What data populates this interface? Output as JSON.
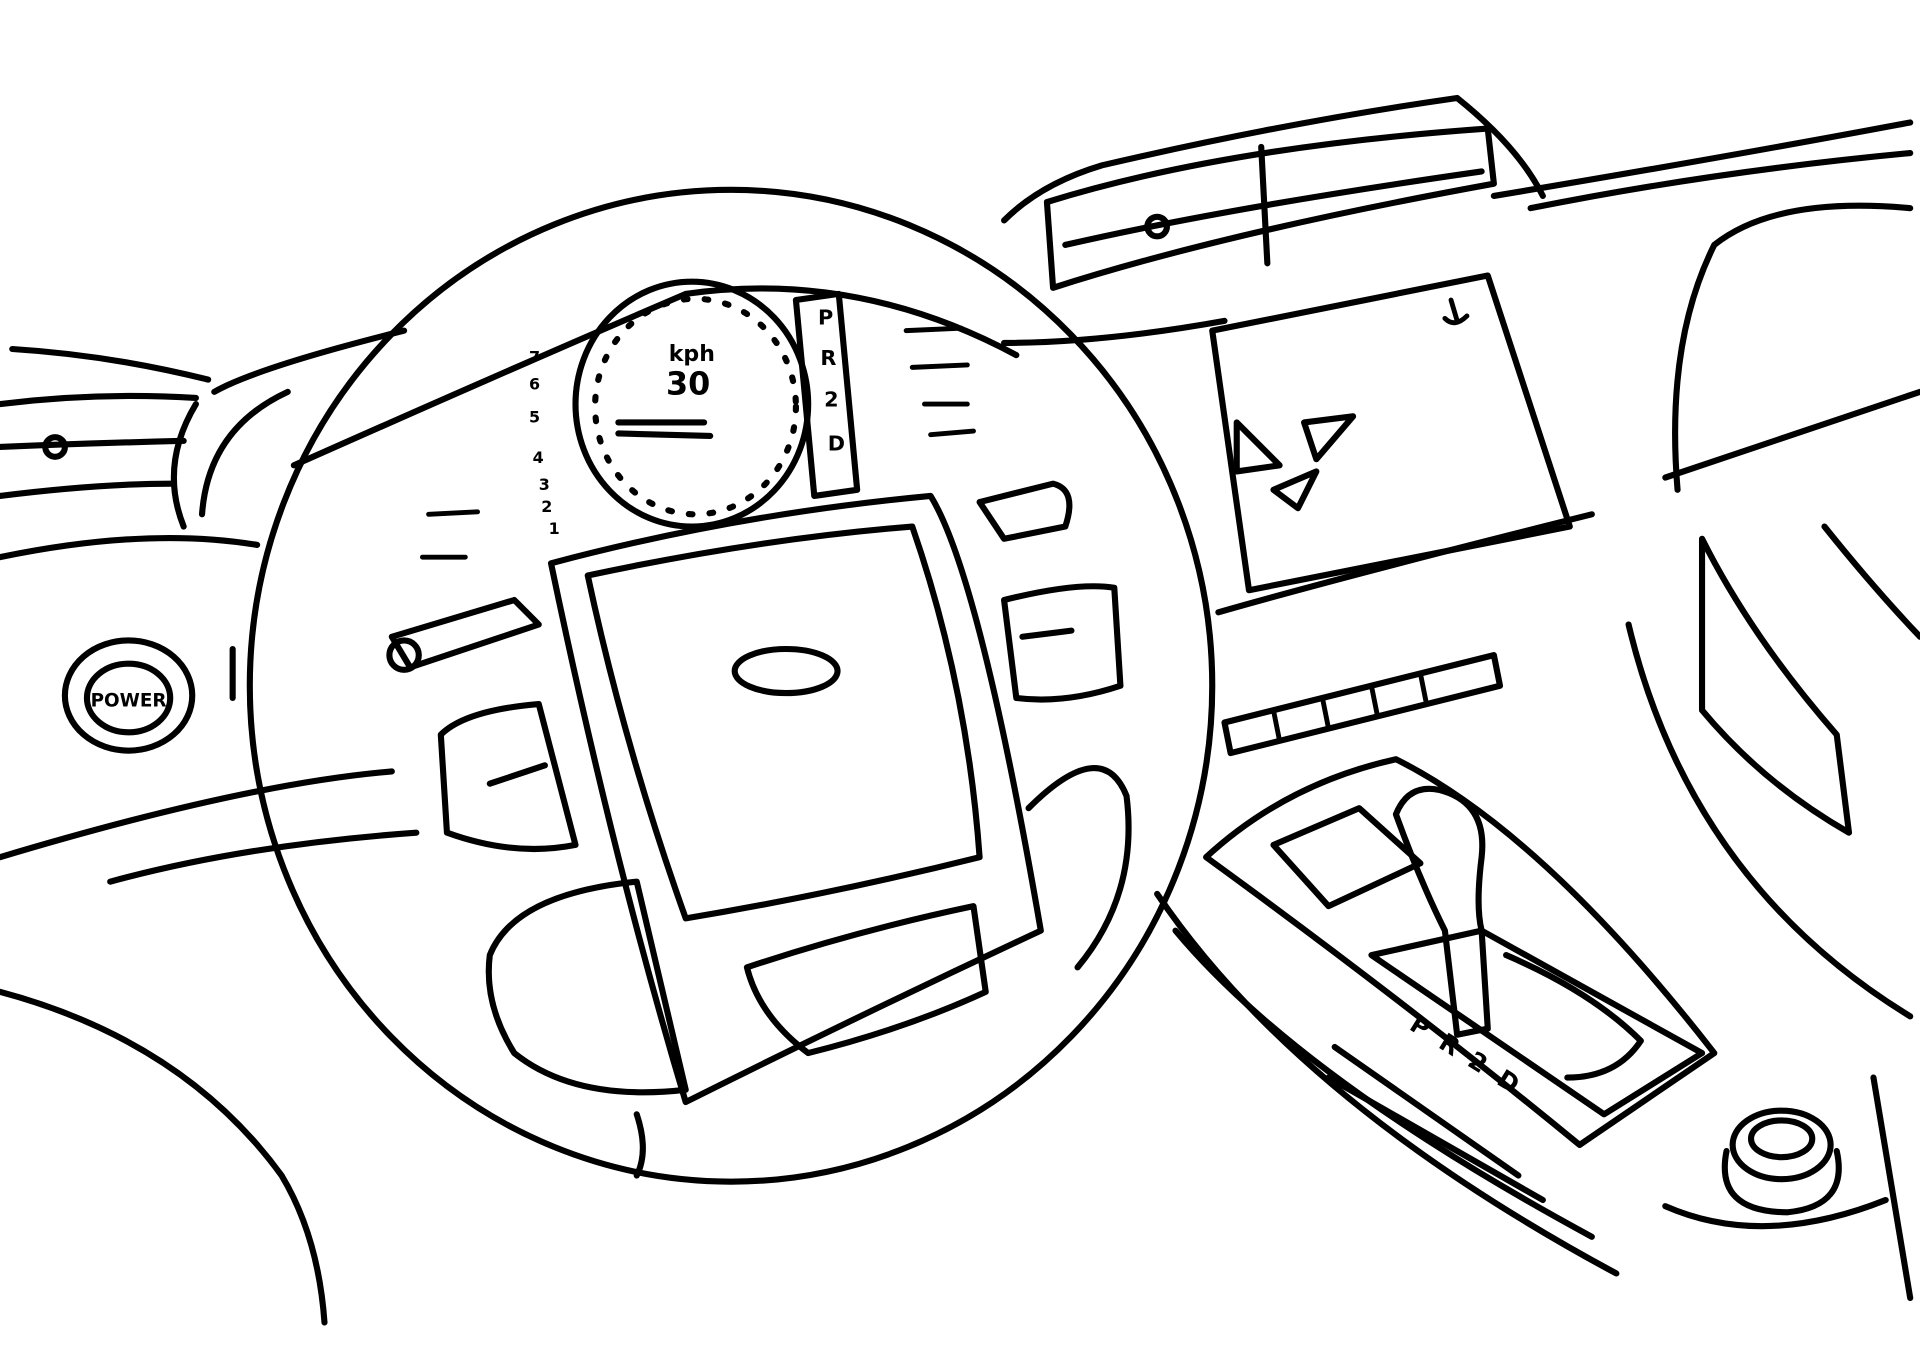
{
  "sketch": {
    "title": "Car interior sketch",
    "speedometer": {
      "unit": "kph",
      "speed": "30"
    },
    "gear_indicator": [
      "P",
      "R",
      "2",
      "D"
    ],
    "tachometer_scale": [
      "7",
      "6",
      "5",
      "4",
      "3",
      "2",
      "1"
    ],
    "power_button": {
      "label": "POWER"
    },
    "shifter_labels": [
      "P",
      "R",
      "2",
      "D"
    ],
    "colors": {
      "ink": "#000000",
      "paper": "#ffffff"
    }
  }
}
